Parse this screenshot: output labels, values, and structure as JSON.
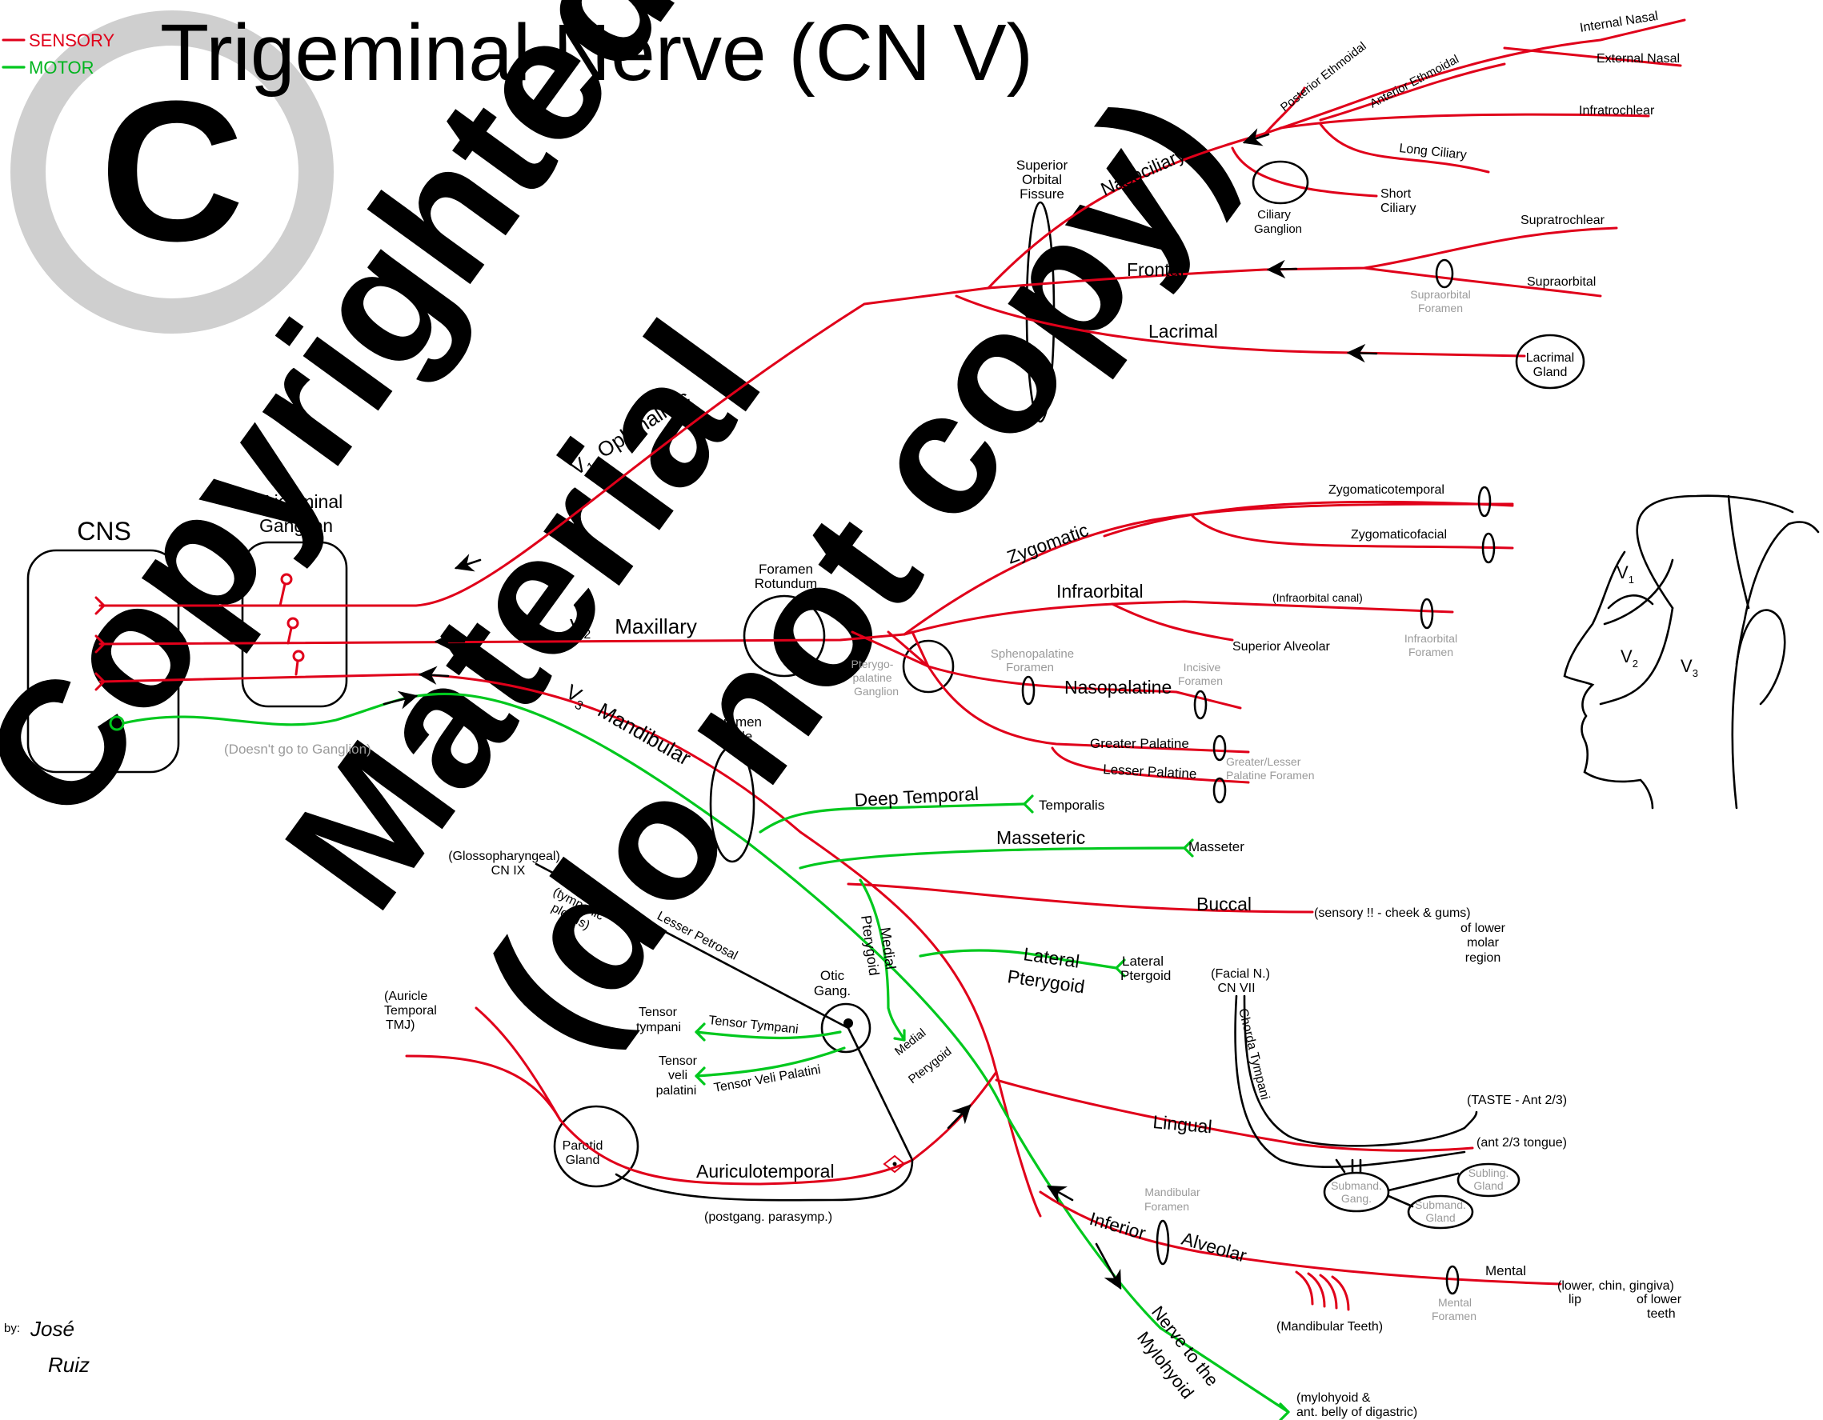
{
  "title": "Trigeminal Nerve (CN V)",
  "legend": {
    "sensory": "SENSORY",
    "motor": "MOTOR",
    "sensory_color": "#e0001a",
    "motor_color": "#00c81e"
  },
  "watermark": {
    "line1": "Copyrighted",
    "line2": "Material",
    "line3": "(do not copy)"
  },
  "left": {
    "cns": "CNS",
    "trigeminal_ganglion": [
      "Trigeminal",
      "Ganglion"
    ],
    "doesnt_go": "(Doesn't go to Ganglion)"
  },
  "divisions": {
    "v1": {
      "v": "V",
      "sub": "1",
      "name": "Ophthalmic"
    },
    "v2": {
      "v": "V",
      "sub": "2",
      "name": "Maxillary"
    },
    "v3": {
      "v": "V",
      "sub": "3",
      "name": "Mandibular"
    }
  },
  "foramina": {
    "superior_orbital_fissure": [
      "Superior",
      "Orbital",
      "Fissure"
    ],
    "foramen_rotundum": [
      "Foramen",
      "Rotundum"
    ],
    "foramen_ovale": [
      "Foramen",
      "Ovale"
    ]
  },
  "v1_branches": {
    "nasociliary": "Nasociliary",
    "frontal": "Frontal",
    "lacrimal": "Lacrimal",
    "posterior_ethmoidal": "Posterior Ethmoidal",
    "anterior_ethmoidal": "Anterior Ethmoidal",
    "internal_nasal": "Internal Nasal",
    "external_nasal": "External Nasal",
    "infratrochlear": "Infratrochlear",
    "long_ciliary": "Long Ciliary",
    "short_ciliary": [
      "Short",
      "Ciliary"
    ],
    "ciliary_ganglion": [
      "Ciliary",
      "Ganglion"
    ],
    "supratrochlear": "Supratrochlear",
    "supraorbital": "Supraorbital",
    "supraorbital_foramen": [
      "Supraorbital",
      "Foramen"
    ],
    "lacrimal_gland": [
      "Lacrimal",
      "Gland"
    ]
  },
  "v2_branches": {
    "zygomatic": "Zygomatic",
    "zygomaticotemporal": "Zygomaticotemporal",
    "zygomaticofacial": "Zygomaticofacial",
    "infraorbital": "Infraorbital",
    "infraorbital_canal": "(Infraorbital      canal)",
    "superior_alveolar": "Superior Alveolar",
    "infraorbital_foramen": [
      "Infraorbital",
      "Foramen"
    ],
    "pterygopalatine_ganglion": [
      "Pterygo-",
      "palatine",
      "Ganglion"
    ],
    "sphenopalatine_foramen": [
      "Sphenopalatine",
      "Foramen"
    ],
    "nasopalatine": "Nasopalatine",
    "incisive_foramen": [
      "Incisive",
      "Foramen"
    ],
    "greater_palatine": "Greater Palatine",
    "lesser_palatine": "Lesser Palatine",
    "greater_lesser_foramen": [
      "Greater/Lesser",
      "Palatine   Foramen"
    ]
  },
  "v3_branches": {
    "deep_temporal": "Deep Temporal",
    "temporalis": "Temporalis",
    "masseteric": "Masseteric",
    "masseter": "Masseter",
    "buccal": "Buccal",
    "buccal_note": [
      "(sensory !! - cheek & gums)",
      "of lower",
      "molar",
      "region"
    ],
    "lateral_pterygoid_nerve": [
      "Lateral",
      "Pterygoid"
    ],
    "lateral_pterygoid_muscle": [
      "Lateral",
      "Ptergoid"
    ],
    "medial_pterygoid_nerve": [
      "Medial",
      "Pterygoid"
    ],
    "medial_pterygoid_muscle": [
      "Medial",
      "Pterygoid"
    ],
    "glossopharyngeal": [
      "(Glossopharyngeal)",
      "CN IX"
    ],
    "tympanic_plexus": [
      "(tympanic",
      "plexus)"
    ],
    "lesser_petrosal": "Lesser Petrosal",
    "otic_gang": [
      "Otic",
      "Gang."
    ],
    "tensor_tympani_muscle": [
      "Tensor",
      "tympani"
    ],
    "tensor_tympani_nerve": "Tensor Tympani",
    "tensor_veli_muscle": [
      "Tensor",
      "veli",
      "palatini"
    ],
    "tensor_veli_nerve": "Tensor Veli Palatini",
    "auricle_note": [
      "(Auricle",
      "Temporal",
      "TMJ)"
    ],
    "parotid_gland": [
      "Parotid",
      "Gland"
    ],
    "auriculotemporal": "Auriculotemporal",
    "postgang": "(postgang. parasymp.)",
    "facial_n": [
      "(Facial N.)",
      "CN  VII"
    ],
    "chorda_tympani": "Chorda Tympani",
    "taste": "(TASTE - Ant  2/3)",
    "lingual": "Lingual",
    "ant_tongue": "(ant 2/3 tongue)",
    "submand_gang": [
      "Submand.",
      "Gang."
    ],
    "subling_gland": [
      "Subling.",
      "Gland"
    ],
    "submand_gland": [
      "Submand.",
      "Gland"
    ],
    "mandibular_foramen": [
      "Mandibular",
      "Foramen"
    ],
    "inferior": "Inferior",
    "alveolar": "Alveolar",
    "mandibular_teeth": "(Mandibular Teeth)",
    "mental": "Mental",
    "mental_foramen": [
      "Mental",
      "Foramen"
    ],
    "lower_lip": [
      "(lower, chin, gingiva)",
      "lip",
      "of lower",
      "teeth"
    ],
    "nerve_to_mylohyoid": [
      "Nerve to the",
      "Mylohyoid"
    ],
    "mylohyoid_note": [
      "(mylohyoid &",
      "ant. belly of digastric)"
    ]
  },
  "face": {
    "v1": "V",
    "v2": "V",
    "v3": "V",
    "s1": "1",
    "s2": "2",
    "s3": "3"
  },
  "author": {
    "by": "by:",
    "signature": [
      "José",
      "Ruiz"
    ]
  }
}
